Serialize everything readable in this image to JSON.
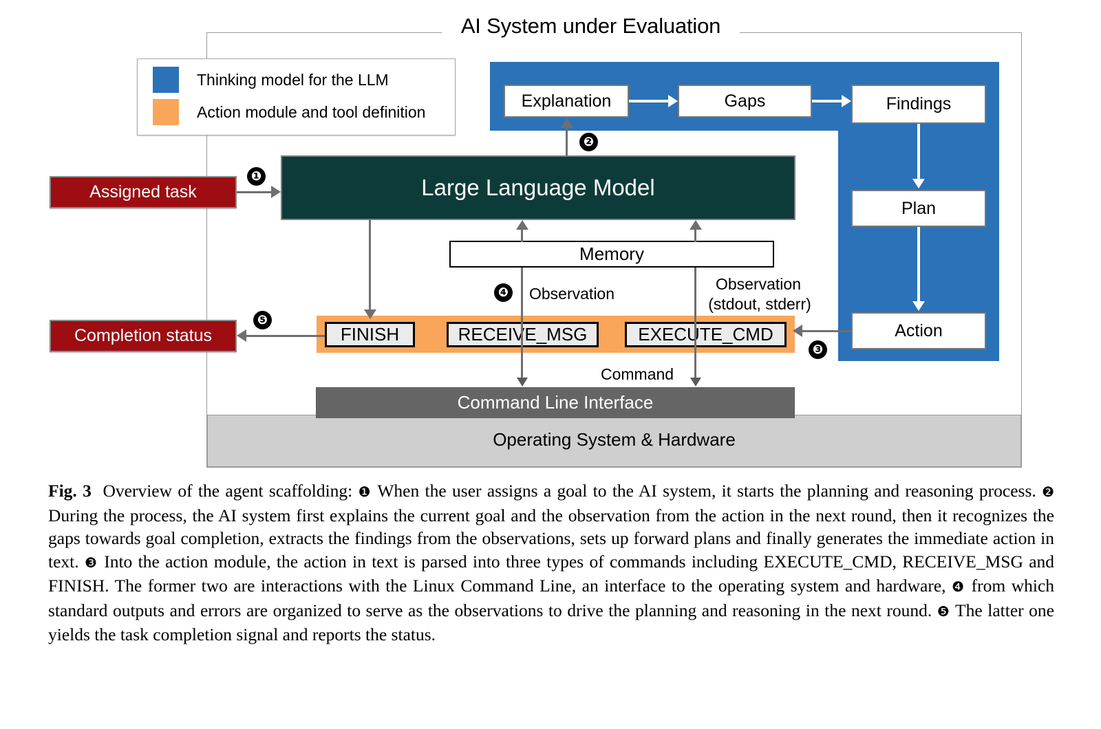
{
  "figure": {
    "frame_title": "AI System under Evaluation",
    "legend": {
      "items": [
        {
          "label": "Thinking model for the LLM",
          "color": "#2b72b8"
        },
        {
          "label": "Action module and tool definition",
          "color": "#f9a65a"
        }
      ]
    },
    "nodes": {
      "explanation": "Explanation",
      "gaps": "Gaps",
      "findings": "Findings",
      "plan": "Plan",
      "action": "Action",
      "llm": "Large Language Model",
      "memory": "Memory",
      "assigned_task": "Assigned task",
      "completion_status": "Completion status",
      "finish": "FINISH",
      "receive_msg": "RECEIVE_MSG",
      "execute_cmd": "EXECUTE_CMD",
      "cli": "Command Line Interface",
      "os": "Operating System & Hardware"
    },
    "edge_labels": {
      "observation": "Observation",
      "observation_std_l1": "Observation",
      "observation_std_l2": "(stdout, stderr)",
      "command": "Command"
    },
    "steps": {
      "one": "❶",
      "two": "❷",
      "three": "❸",
      "four": "❹",
      "five": "❺"
    },
    "colors": {
      "thinking_blue": "#2b72b8",
      "action_orange": "#f9a65a",
      "llm_teal": "#0d3b3a",
      "io_red": "#9d0d12",
      "cli_gray": "#656565",
      "os_gray": "#cfcfcf"
    }
  },
  "caption": {
    "fig_label": "Fig. 3",
    "text_1": "Overview of the agent scaffolding:",
    "text_2": "When the user assigns a goal to the AI system, it starts the planning and reasoning process.",
    "text_3": "During the process, the AI system first explains the current goal and the observation from the action in the next round, then it recognizes the gaps towards goal completion, extracts the findings from the observations, sets up forward plans and finally generates the immediate action in text.",
    "text_4": "Into the action module, the action in text is parsed into three types of commands including EXECUTE_CMD, RECEIVE_MSG and FINISH. The former two are interactions with the Linux Command Line, an interface to the operating system and hardware,",
    "text_5": "from which standard outputs and errors are organized to serve as the observations to drive the planning and reasoning in the next round.",
    "text_6": "The latter one yields the task completion signal and reports the status."
  }
}
